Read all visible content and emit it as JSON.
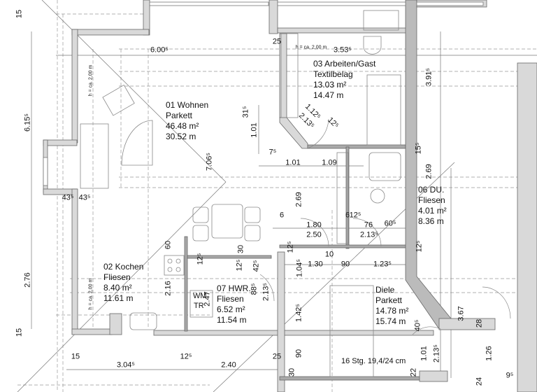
{
  "rooms": [
    {
      "name": "01 Wohnen",
      "floor": "Parkett",
      "area": "46.48 m²",
      "perimeter": "30.52 m"
    },
    {
      "name": "03 Arbeiten/Gast",
      "floor": "Textilbelag",
      "area": "13.03 m²",
      "perimeter": "14.47 m"
    },
    {
      "name": "06 DU.",
      "floor": "Fliesen",
      "area": "4.01 m²",
      "perimeter": "8.36 m"
    },
    {
      "name": "02 Kochen",
      "floor": "Fliesen",
      "area": "8.40 m²",
      "perimeter": "11.61 m"
    },
    {
      "name": "07 HWR.",
      "floor": "Fliesen",
      "area": "6.52 m²",
      "perimeter": "11.54 m"
    },
    {
      "name": "Diele",
      "floor": "Parkett",
      "area": "14.78 m²",
      "perimeter": "15.74 m"
    }
  ],
  "dims": [
    "6.00⁵",
    "3.53⁵",
    "25",
    "7⁵",
    "1.01",
    "1.09",
    "43⁵",
    "43⁵",
    "6",
    "1.80",
    "2.50",
    "6",
    "12⁵",
    "76",
    "2.13⁵",
    "60⁵",
    "10",
    "1.30",
    "90",
    "1.23⁵",
    "15",
    "3.04⁵",
    "12⁵",
    "2.40",
    "9⁵",
    "15",
    "6.15⁵",
    "2.76",
    "15",
    "31⁵",
    "1.01",
    "7.06⁵",
    "3.91⁵",
    "15⁵",
    "2.69",
    "2.69",
    "60",
    "2.16",
    "12⁵",
    "30",
    "12⁵",
    "42⁵",
    "88⁵",
    "2.13⁵",
    "2.47",
    "12⁵",
    "1.04⁵",
    "1.42⁵",
    "90",
    "25",
    "30",
    "12⁵",
    "3.67",
    "28",
    "40⁵",
    "1.01",
    "2.13⁵",
    "1.26",
    "22",
    "24",
    "1.12⁵",
    "2.13⁵",
    "12⁵"
  ],
  "ceiling_notes": [
    "h = ca. 2,00 m",
    "h = ca. 2,00 m",
    "h = ca. 2,00 m"
  ],
  "appliance": {
    "wm": "WM",
    "tr": "TR"
  },
  "stairs": "16 Stg. 19,4/24 cm",
  "colors": {
    "wall": "#d9d9d9",
    "line": "#555555"
  }
}
